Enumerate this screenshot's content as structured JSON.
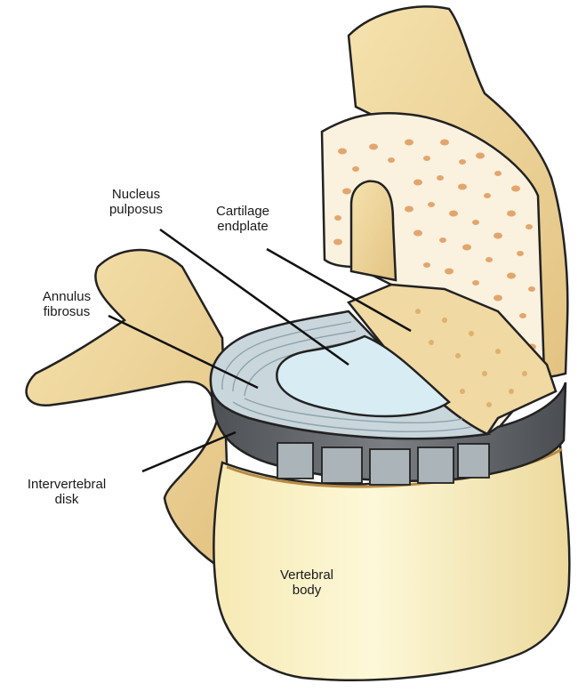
{
  "labels": {
    "nucleus_pulposus": [
      "Nucleus",
      "pulposus"
    ],
    "cartilage_endplate": [
      "Cartilage",
      "endplate"
    ],
    "annulus_fibrosus": [
      "Annulus",
      "fibrosus"
    ],
    "intervertebral_disk": [
      "Intervertebral",
      "disk"
    ],
    "vertebral_body": [
      "Vertebral",
      "body"
    ]
  },
  "colors": {
    "bone": "#f3dea6",
    "bone_shade": "#e6c68a",
    "outline": "#222222",
    "cancellous_bg": "#fbf1df",
    "cancellous_holes": "#de9a5a",
    "cartilage": "#f0d9a2",
    "annulus": "#c9d6dc",
    "nucleus": "#d8ecf3",
    "disk_band": "#5f6266",
    "vertebral_body": "#fbf4c8"
  }
}
